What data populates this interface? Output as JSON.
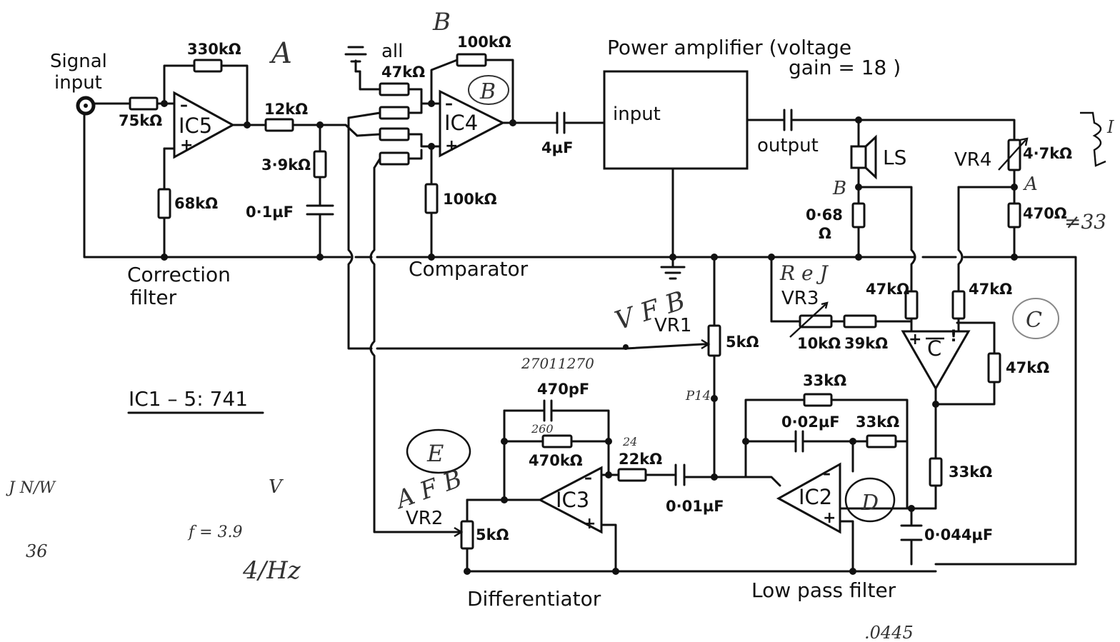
{
  "labels": {
    "signal_input_1": "Signal",
    "signal_input_2": "input",
    "correction_filter_1": "Correction",
    "correction_filter_2": "filter",
    "comparator": "Comparator",
    "power_amp_1": "Power  amplifier (voltage",
    "power_amp_2": "gain = 18 )",
    "amp_input": "input",
    "amp_output": "output",
    "ls": "LS",
    "differentiator": "Differentiator",
    "low_pass_filter": "Low  pass  filter",
    "ic_note": "IC1 – 5:  741",
    "all": "all"
  },
  "ics": {
    "ic1": "C",
    "ic2": "IC2",
    "ic3": "IC3",
    "ic4": "IC4",
    "ic5": "IC5"
  },
  "pots": {
    "vr1": "VR1",
    "vr2": "VR2",
    "vr3": "VR3",
    "vr4": "VR4"
  },
  "values": {
    "r_330k": "330kΩ",
    "r_75k": "75kΩ",
    "r_68k": "68kΩ",
    "r_12k": "12kΩ",
    "r_3_9k": "3·9kΩ",
    "c_0_1u": "0·1µF",
    "r_47k_in": "47kΩ",
    "r_100k_fb": "100kΩ",
    "r_100k_gnd": "100kΩ",
    "c_4u": "4µF",
    "r_0_68": "0·68",
    "r_0_68_unit": "Ω",
    "vr4_val": "4·7kΩ",
    "r_470": "470Ω",
    "r_47k_a": "47kΩ",
    "r_47k_b": "47kΩ",
    "r_47k_c": "47kΩ",
    "vr3_val": "10kΩ",
    "r_39k": "39kΩ",
    "vr1_val": "5kΩ",
    "c_470p": "470pF",
    "r_470k": "470kΩ",
    "r_22k": "22kΩ",
    "c_0_01u": "0·01µF",
    "vr2_val": "5kΩ",
    "r_33k_top": "33kΩ",
    "c_0_02u": "0·02µF",
    "r_33k_mid": "33kΩ",
    "r_33k_right": "33kΩ",
    "c_0_044u": "0·044µF"
  },
  "handwritten": {
    "a_top": "A",
    "b_top": "B",
    "b_circle": "B",
    "b_node": "B",
    "a_node": "A",
    "c_circle": "C",
    "d_circle": "D",
    "e_circle": "E",
    "vfb": "V F B",
    "afb": "A F B",
    "rej": "R e J",
    "note_1": "27011270",
    "p14": "P14",
    "n260": "260",
    "n24": "24",
    "x33": "≠33",
    "hz": "4/Hz",
    "fl": "f = 3.9",
    "n36": "36",
    "v": "V",
    "rl": "J N/W",
    "bottom": ".0445"
  }
}
